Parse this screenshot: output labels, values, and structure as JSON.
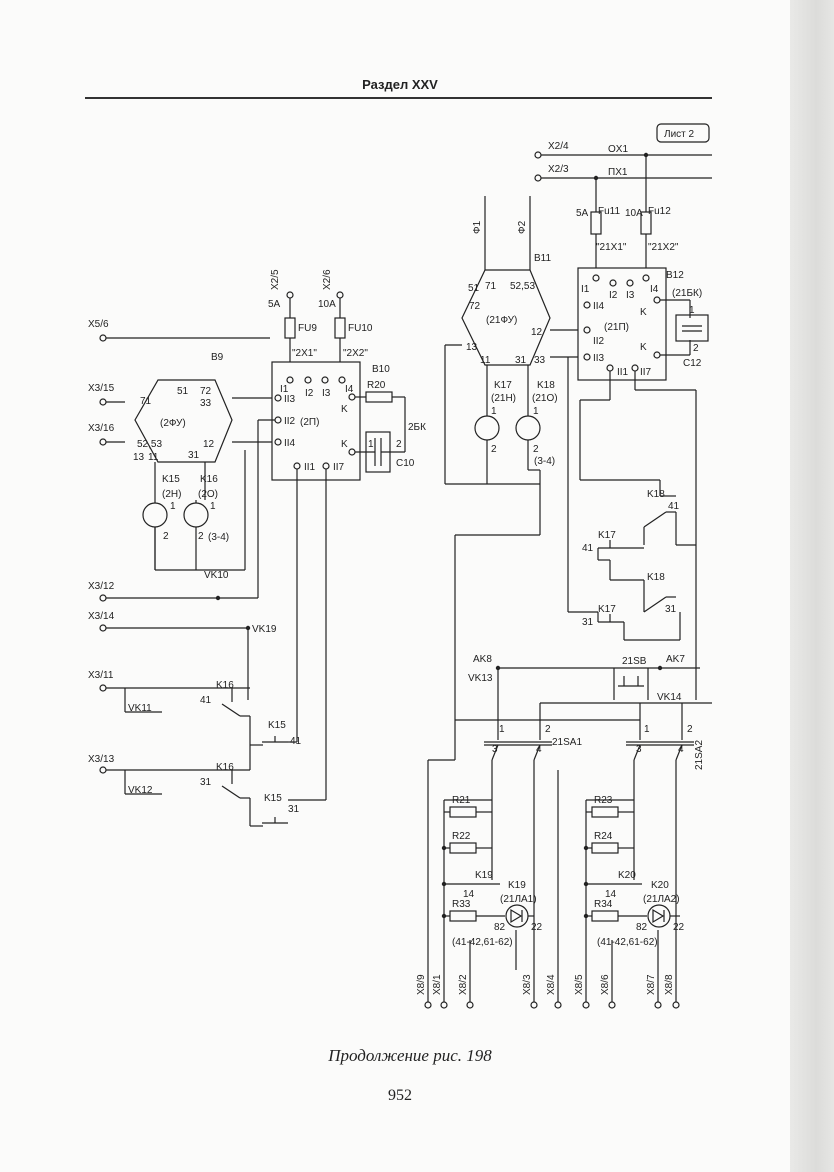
{
  "header": "Раздел XXV",
  "caption": "Продолжение рис. 198",
  "page_number": "952",
  "sheet": "Лист 2",
  "left": {
    "terminals": [
      "X5/6",
      "X3/15",
      "X3/16",
      "X3/12",
      "X3/14",
      "X3/11",
      "X3/13"
    ],
    "top_terminals": [
      "X2/5",
      "X2/6"
    ],
    "fuse_ratings": [
      "5A",
      "10A"
    ],
    "fuses": [
      "FU9",
      "FU10"
    ],
    "fuse_marks": [
      "\"2X1\"",
      "\"2X2\""
    ],
    "block_b9": "B9",
    "block_b10": "B10",
    "unit_2fu": "(2ФУ)",
    "unit_2p": "(2П)",
    "pins_2fu": [
      "71",
      "51",
      "72",
      "33",
      "52,53",
      "12",
      "13",
      "11",
      "31"
    ],
    "p_pins": [
      "I1",
      "I2",
      "I3",
      "I4",
      "II3",
      "II2",
      "II4",
      "II1",
      "II7",
      "K",
      "K"
    ],
    "resistor": "R20",
    "capacitor": "C10",
    "cap_pins": [
      "1",
      "2"
    ],
    "bk": "2БК",
    "relays": [
      "K15",
      "K16"
    ],
    "relay_desc": [
      "(2Н)",
      "(2О)"
    ],
    "relay_pins": [
      "1",
      "2",
      "1",
      "2",
      "(3-4)"
    ],
    "vk": [
      "VK10",
      "VK19",
      "VK11",
      "VK12"
    ],
    "contacts": [
      "K16",
      "K15",
      "K16",
      "K15"
    ],
    "contact_pins": [
      "41",
      "41",
      "31",
      "31"
    ]
  },
  "right": {
    "bus_terminals": [
      "X2/4",
      "X2/3"
    ],
    "buses": [
      "OX1",
      "ПХ1"
    ],
    "phase_labels": [
      "Ф1",
      "Ф2"
    ],
    "block_b11": "B11",
    "block_b12": "B12",
    "fuse_ratings": [
      "5A",
      "10A"
    ],
    "fuses": [
      "Fu11",
      "Fu12"
    ],
    "fuse_marks": [
      "\"21X1\"",
      "\"21X2\""
    ],
    "unit_21fu": "(21ФУ)",
    "unit_21p": "(21П)",
    "pins_21fu": [
      "51",
      "71",
      "52,53",
      "72",
      "12",
      "13",
      "11",
      "31",
      "33"
    ],
    "p_pins": [
      "I1",
      "I2",
      "I3",
      "I4",
      "II4",
      "II2",
      "II3",
      "II1",
      "II7",
      "K",
      "K"
    ],
    "bk": "(21БК)",
    "capacitor": "C12",
    "cap_pins": [
      "1",
      "2"
    ],
    "relays": [
      "K17",
      "K18"
    ],
    "relay_desc": [
      "(21Н)",
      "(21О)"
    ],
    "relay_pins": [
      "1",
      "2",
      "1",
      "2",
      "(3-4)"
    ],
    "contacts": [
      "K18",
      "K17",
      "K18",
      "K17"
    ],
    "contact_pins": [
      "41",
      "41",
      "31",
      "31"
    ],
    "ak": [
      "AK8",
      "AK7"
    ],
    "vk": [
      "VK13",
      "VK14"
    ],
    "sb": "21SB",
    "switches": [
      "21SA1",
      "21SA2"
    ],
    "switch_pins": [
      "1",
      "2",
      "3",
      "4"
    ],
    "resistors": [
      "R21",
      "R22",
      "R33",
      "R23",
      "R24",
      "R34"
    ],
    "relays2": [
      "K19",
      "K20"
    ],
    "lamps": [
      "(21ЛА1)",
      "(21ЛА2)"
    ],
    "lamp_pins": [
      "82",
      "22"
    ],
    "contact14": "14",
    "lamp_range": "(41-42,61-62)",
    "bottom_terminals": [
      "X8/9",
      "X8/1",
      "X8/2",
      "X8/3",
      "X8/4",
      "X8/5",
      "X8/6",
      "X8/7",
      "X8/8"
    ]
  }
}
